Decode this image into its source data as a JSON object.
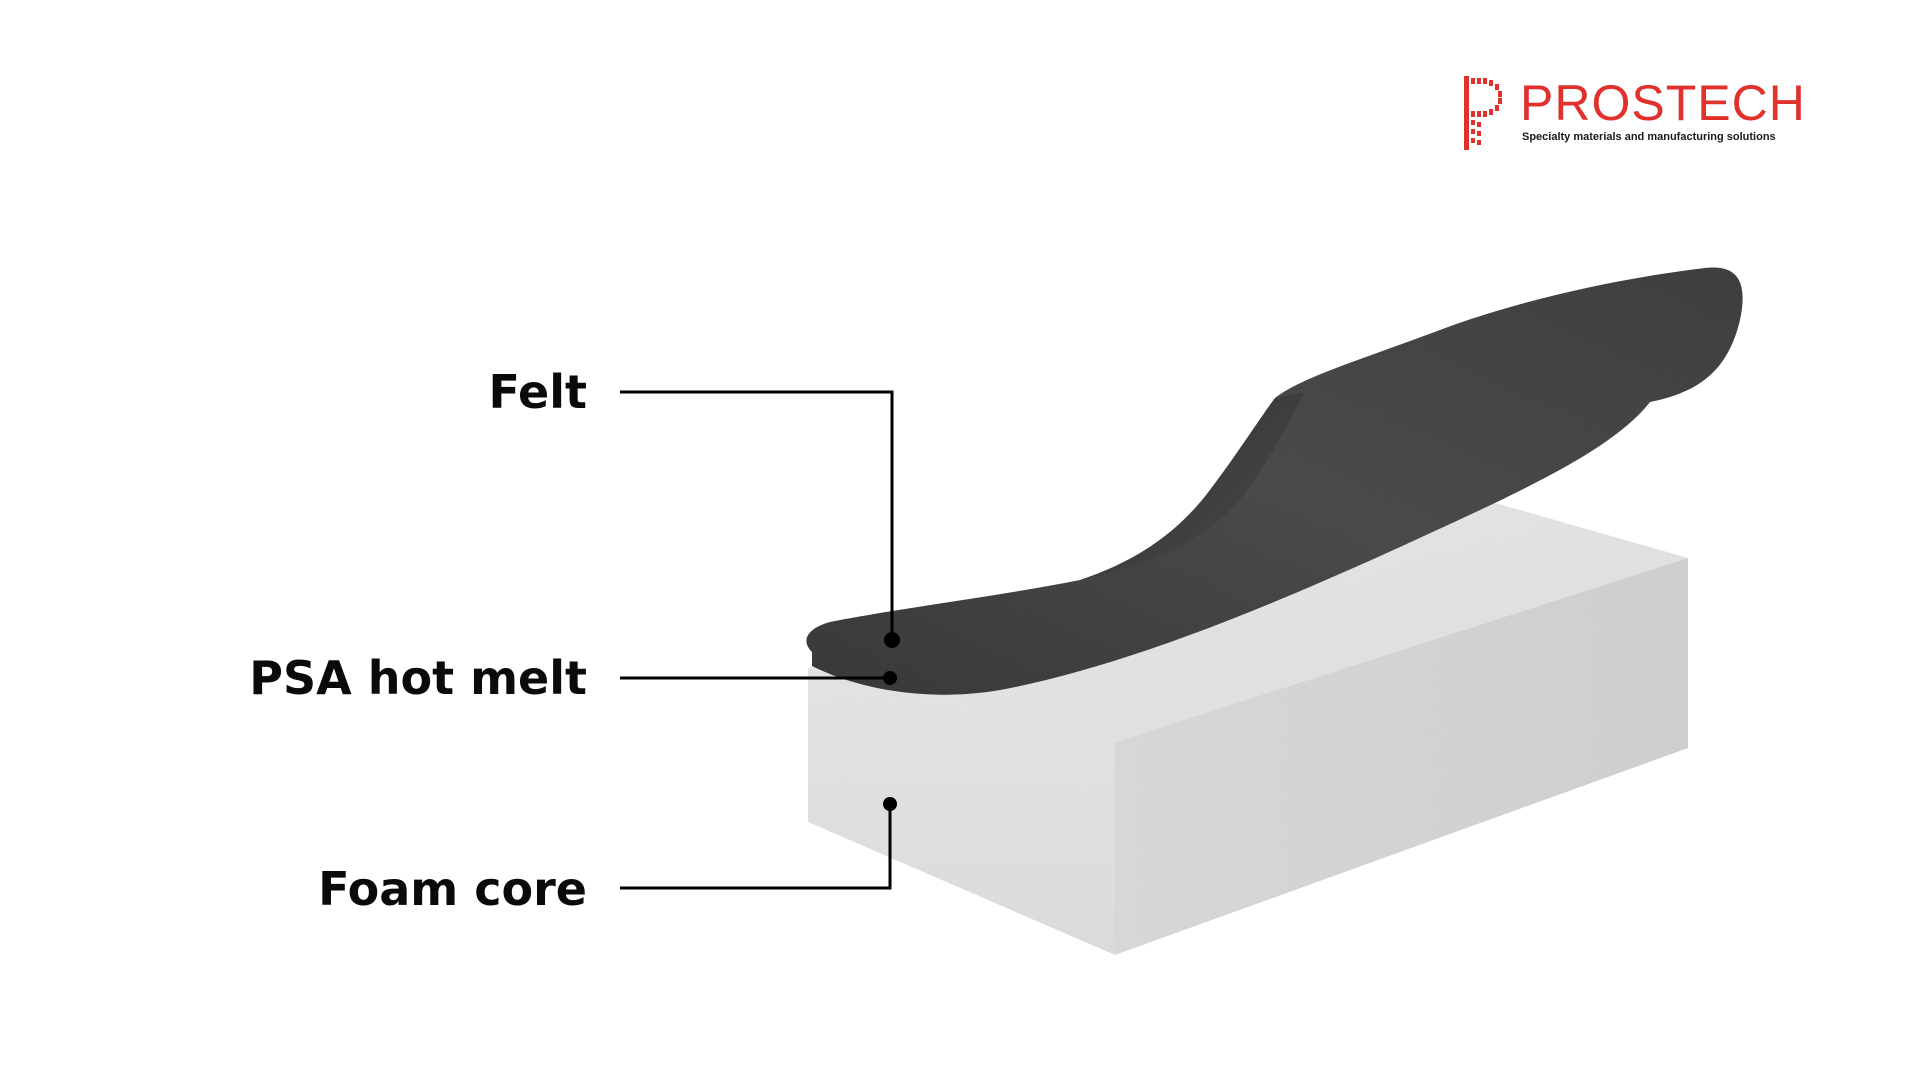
{
  "labels": {
    "felt": "Felt",
    "psa": "PSA hot melt",
    "foam": "Foam core"
  },
  "logo": {
    "name": "PROSTECH",
    "tagline": "Specialty materials and manufacturing solutions"
  },
  "icons": {
    "logo_mark": "prostech-logo-icon"
  },
  "colors": {
    "brand_red": "#e0312d",
    "felt": "#3f4042",
    "adhesive": "#e6a64c",
    "foam": "#e2e2e2",
    "callout_line": "#000000"
  }
}
